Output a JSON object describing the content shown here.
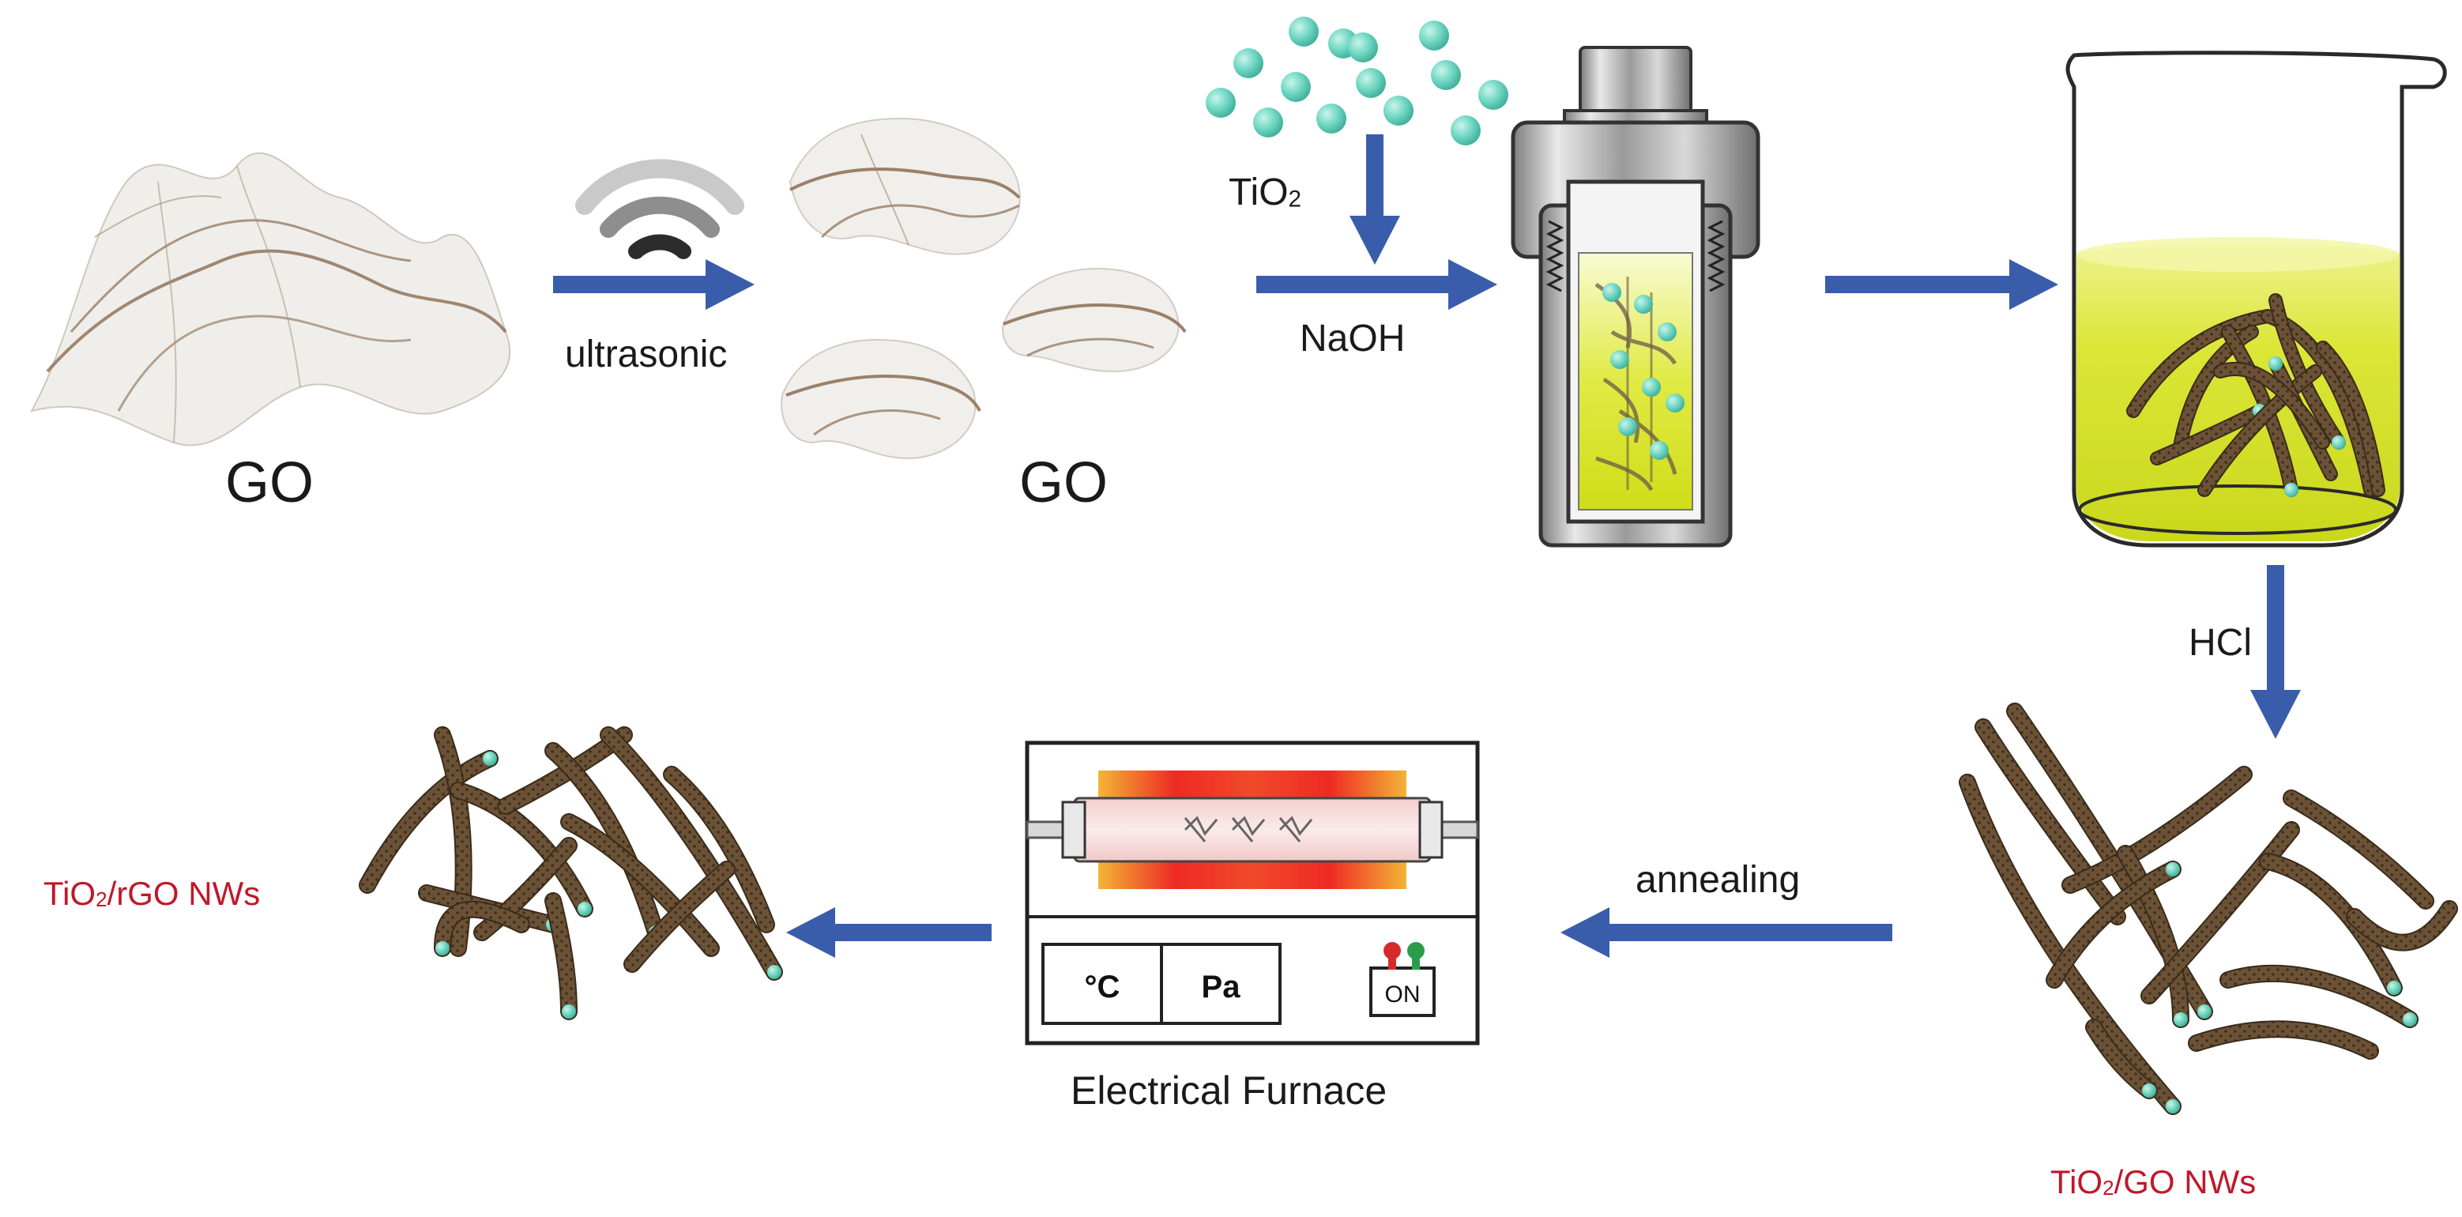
{
  "labels": {
    "go_left": "GO",
    "go_right": "GO",
    "ultrasonic": "ultrasonic",
    "tio2_prefix": "TiO",
    "tio2_sub": "2",
    "naoh": "NaOH",
    "hcl": "HCl",
    "annealing": "annealing",
    "furnace": "Electrical Furnace",
    "product1_prefix": "TiO",
    "product1_sub": "2",
    "product1_suffix": "/GO NWs",
    "product2_prefix": "TiO",
    "product2_sub": "2",
    "product2_suffix": "/rGO NWs"
  },
  "furnace_panel": {
    "temp_unit": "°C",
    "pressure_unit": "Pa",
    "switch_label": "ON"
  },
  "colors": {
    "arrow": "#3a5dab",
    "nanowire": "#6b5236",
    "sphere": "#6ed6c2",
    "solution": "#d6e32a",
    "label_red": "#c0182a"
  }
}
